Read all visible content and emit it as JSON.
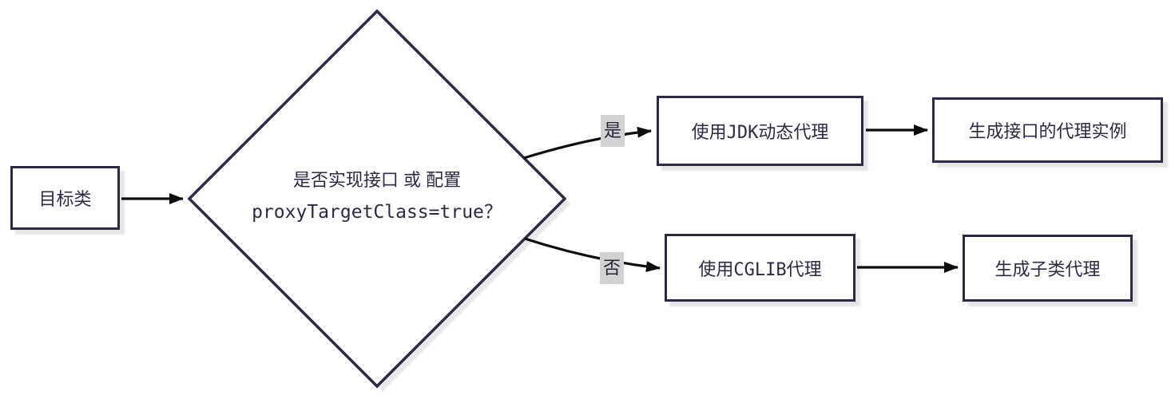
{
  "diagram": {
    "title": "Spring AOP proxy selection flowchart",
    "nodes": [
      {
        "id": "target",
        "type": "rect",
        "label": "目标类"
      },
      {
        "id": "decision",
        "type": "diamond",
        "lines": [
          "是否实现接口 或 配置",
          "proxyTargetClass=true？"
        ]
      },
      {
        "id": "jdk-proxy",
        "type": "rect",
        "label": "使用JDK动态代理"
      },
      {
        "id": "interface-proxy",
        "type": "rect",
        "label": "生成接口的代理实例"
      },
      {
        "id": "cglib-proxy",
        "type": "rect",
        "label": "使用CGLIB代理"
      },
      {
        "id": "subclass-proxy",
        "type": "rect",
        "label": "生成子类代理"
      }
    ],
    "edges": [
      {
        "from": "target",
        "to": "decision",
        "label": ""
      },
      {
        "from": "decision",
        "to": "jdk-proxy",
        "label": "是"
      },
      {
        "from": "jdk-proxy",
        "to": "interface-proxy",
        "label": ""
      },
      {
        "from": "decision",
        "to": "cglib-proxy",
        "label": "否"
      },
      {
        "from": "cglib-proxy",
        "to": "subclass-proxy",
        "label": ""
      }
    ],
    "edge_labels": {
      "yes": "是",
      "no": "否"
    },
    "colors": {
      "node_border": "#2b2b45",
      "node_fill": "#ffffff",
      "node_text": "#2b2b45",
      "edge_stroke": "#0d0d0d",
      "edge_label_bg": "#d2d2d2",
      "shadow": "#e9e9e9",
      "background": "#ffffff"
    }
  }
}
